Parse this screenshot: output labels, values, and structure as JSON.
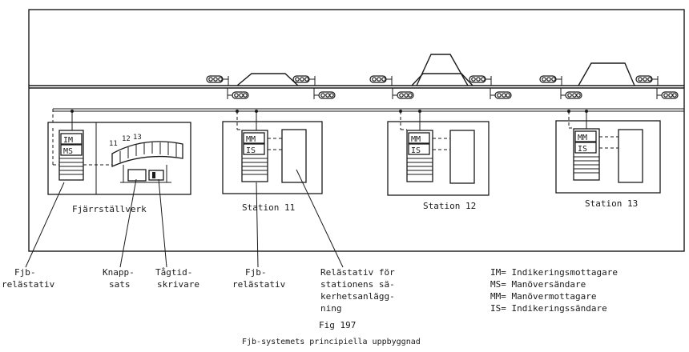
{
  "boxes": {
    "im": "IM",
    "ms": "MS",
    "mm": "MM",
    "is": "IS"
  },
  "console_numbers": [
    "11",
    "12",
    "13"
  ],
  "station_labels": {
    "fjarr": "Fjärrställverk",
    "s11": "Station 11",
    "s12": "Station 12",
    "s13": "Station 13"
  },
  "callouts": {
    "fjb1": [
      "Fjb-",
      "relästativ"
    ],
    "knapp": [
      "Knapp-",
      "sats"
    ],
    "tagtid": [
      "Tågtid-",
      "skrivare"
    ],
    "fjb2": [
      "Fjb-",
      "relästativ"
    ],
    "relastativ": [
      "Relästativ för",
      "stationens sä-",
      "kerhetsanlägg-",
      "ning"
    ]
  },
  "legend": [
    "IM= Indikeringsmottagare",
    "MS= Manöversändare",
    "MM= Manövermottagare",
    "IS= Indikeringssändare"
  ],
  "figure": {
    "number": "Fig 197",
    "caption": "Fjb-systemets principiella uppbyggnad"
  }
}
